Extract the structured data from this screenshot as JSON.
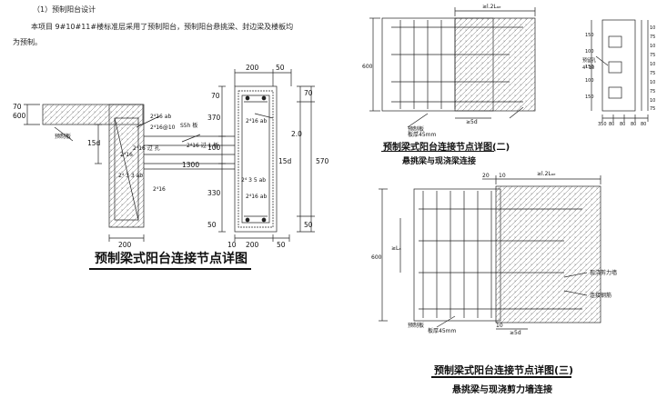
{
  "document": {
    "heading": "（1）预制阳台设计",
    "para_line1": "本项目 9#10#11#楼标准层采用了预制阳台，预制阳台悬挑梁、封边梁及楼板均",
    "para_line2": "为预制。"
  },
  "figures": {
    "fig1": {
      "title": "预制梁式阳台连接节点详图",
      "dims": {
        "d200a": "200",
        "d50a": "50",
        "d70a": "70",
        "d200b": "200",
        "d1300": "1300",
        "d50b": "50",
        "d10a": "10",
        "d200c": "200",
        "d570": "570",
        "d370": "370",
        "d330": "330",
        "d100a": "100",
        "d600": "600",
        "d70b": "70",
        "d50c": "50",
        "d15da": "15d",
        "d15db": "15d",
        "d2l": "2.0",
        "d70c": "70",
        "d50d": "50"
      },
      "labels": {
        "bars1": "2⁴16 ab",
        "bars2": "2⁴16@10",
        "bars3": "2⁴16",
        "bars4": "2⁴16 ab",
        "bars5": "2⁴16 ab",
        "bars6": "2⁴16",
        "bars7": "2⁴ 3 5 ab",
        "bars8": "2⁴ 3 3 ab",
        "pour": "2⁴16 过 1 板",
        "note1": "2⁴16 过 孔",
        "note2": "S5h 板",
        "note3": "预制板"
      }
    },
    "fig2": {
      "title": "预制梁式阳台连接节点详图(二)",
      "subtitle": "悬挑梁与现浇梁连接",
      "dims": {
        "top": "≥l.2Lₐₑ",
        "left": "600",
        "bottom": "≥5d"
      },
      "labels": {
        "note": "预制板",
        "note2": "板厚45mm"
      }
    },
    "fig3": {
      "title": "预制梁式阳台连接节点详图(三)",
      "subtitle": "悬挑梁与现浇剪力墙连接",
      "dims": {
        "d20": "20",
        "d10": "10",
        "top": "≥l.2Lₐₑ",
        "left": "600",
        "vert": "≥Lₐ",
        "d10b": "10",
        "bottom": "≥5d"
      },
      "labels": {
        "note": "板厚45mm",
        "note2": "预制板",
        "r1": "现浇剪力墙",
        "r2": "连接钢筋"
      }
    },
    "fig4": {
      "dims": {
        "v1": "150",
        "v2": "100",
        "v3": "150",
        "v4": "100",
        "v5": "150",
        "r1": "10",
        "r2": "75",
        "r3": "10",
        "r4": "75",
        "r5": "10",
        "r6": "75",
        "r7": "10",
        "r8": "75",
        "r9": "10",
        "r10": "75",
        "b1": "350",
        "b2": "80",
        "b3": "80",
        "b4": "80",
        "b5": "80"
      },
      "labels": {
        "l1": "预留孔",
        "l2": "4⁴ 10"
      }
    }
  }
}
